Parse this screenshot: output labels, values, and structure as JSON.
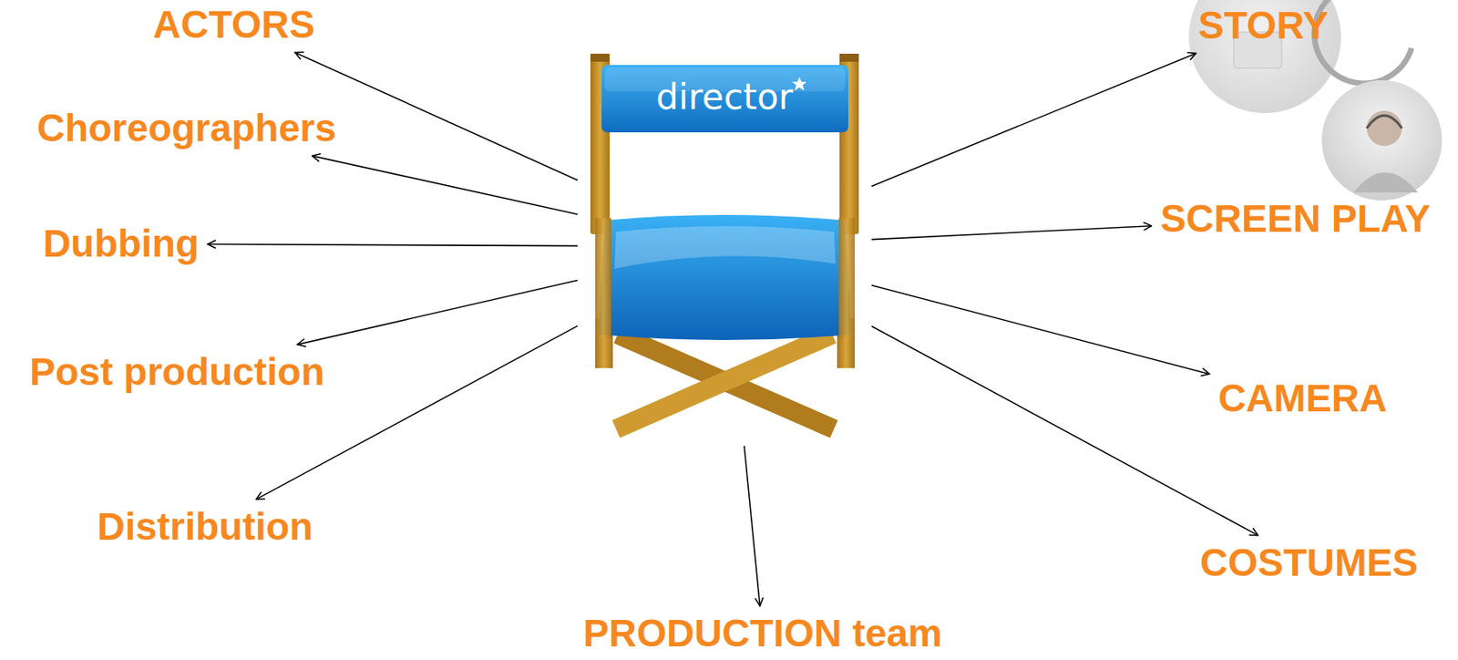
{
  "diagram": {
    "nodes": [
      {
        "text": [
          "director"
        ]
      },
      {
        "text": [
          "ACTORS"
        ]
      },
      {
        "text": [
          "STORY"
        ]
      },
      {
        "text": [
          "Choreographers"
        ]
      },
      {
        "text": [
          "SCREEN PLAY"
        ]
      },
      {
        "text": [
          "Dubbing"
        ]
      },
      {
        "text": [
          "Post production"
        ]
      },
      {
        "text": [
          "CAMERA"
        ]
      },
      {
        "text": [
          "Distribution"
        ]
      },
      {
        "text": [
          "COSTUMES"
        ]
      },
      {
        "text": [
          "PRODUCTION team"
        ]
      }
    ],
    "edges": [
      {
        "from": 0,
        "to": 1,
        "arrow": "to"
      },
      {
        "from": 0,
        "to": 2,
        "arrow": "to"
      },
      {
        "from": 0,
        "to": 3,
        "arrow": "to"
      },
      {
        "from": 0,
        "to": 4,
        "arrow": "to"
      },
      {
        "from": 0,
        "to": 5,
        "arrow": "to"
      },
      {
        "from": 0,
        "to": 6,
        "arrow": "to"
      },
      {
        "from": 0,
        "to": 7,
        "arrow": "to"
      },
      {
        "from": 0,
        "to": 8,
        "arrow": "to"
      },
      {
        "from": 0,
        "to": 9,
        "arrow": "to"
      },
      {
        "from": 0,
        "to": 10,
        "arrow": "to"
      }
    ]
  }
}
